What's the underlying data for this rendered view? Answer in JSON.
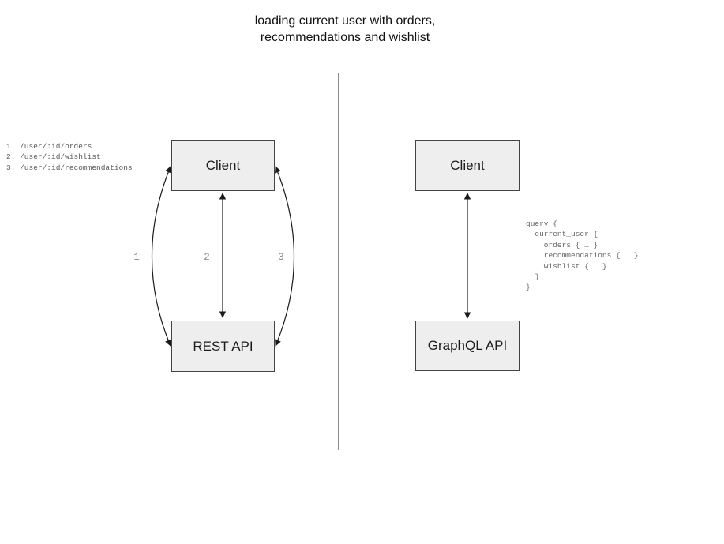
{
  "title": {
    "line1": "loading current user with orders,",
    "line2": "recommendations and wishlist"
  },
  "rest_panel": {
    "endpoints": [
      "1. /user/:id/orders",
      "2. /user/:id/wishlist",
      "3. /user/:id/recommendations"
    ],
    "client_box": "Client",
    "api_box": "REST API",
    "arrow_labels": [
      "1",
      "2",
      "3"
    ]
  },
  "graphql_panel": {
    "client_box": "Client",
    "api_box": "GraphQL API",
    "query_lines": [
      "query {",
      "  current_user {",
      "    orders { … }",
      "    recommendations { … }",
      "    wishlist { … }",
      "  }",
      "}"
    ]
  },
  "colors": {
    "box_fill": "#eeeeee",
    "box_border": "#444444",
    "arrow": "#1a1a1a",
    "divider": "#666666",
    "mono_text": "#5a5a5a",
    "arrow_label": "#8a8a8a"
  }
}
